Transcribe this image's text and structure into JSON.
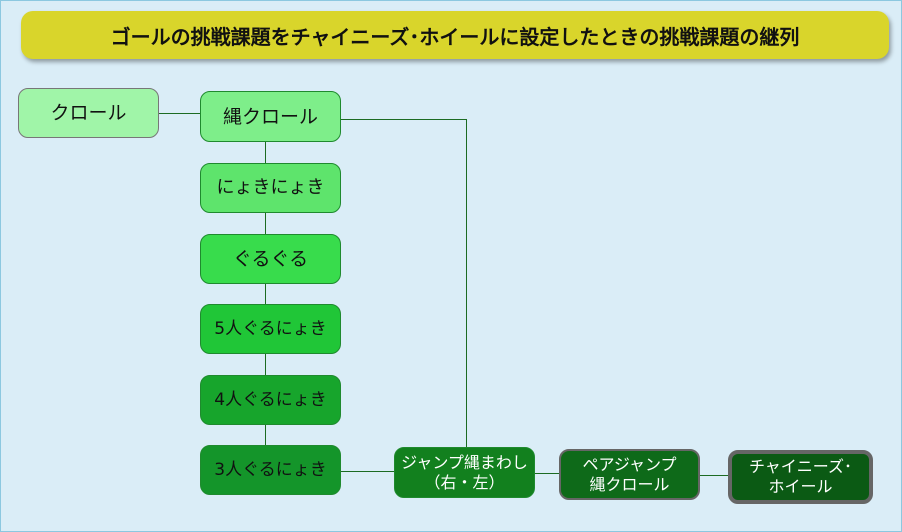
{
  "title": "ゴールの挑戦課題をチャイニーズ･ホイールに設定したときの挑戦課題の継列",
  "nodes": {
    "crawl": "クロール",
    "rope_crawl": "縄クロール",
    "nyoki": "にょきにょき",
    "guru": "ぐるぐる",
    "five": "5人ぐるにょき",
    "four": "4人ぐるにょき",
    "three": "3人ぐるにょき",
    "jump1": "ジャンプ縄まわし",
    "jump2": "（右・左）",
    "pair1": "ペアジャンプ",
    "pair2": "縄クロール",
    "chinese1": "チャイニーズ･",
    "chinese2": "ホイール"
  }
}
